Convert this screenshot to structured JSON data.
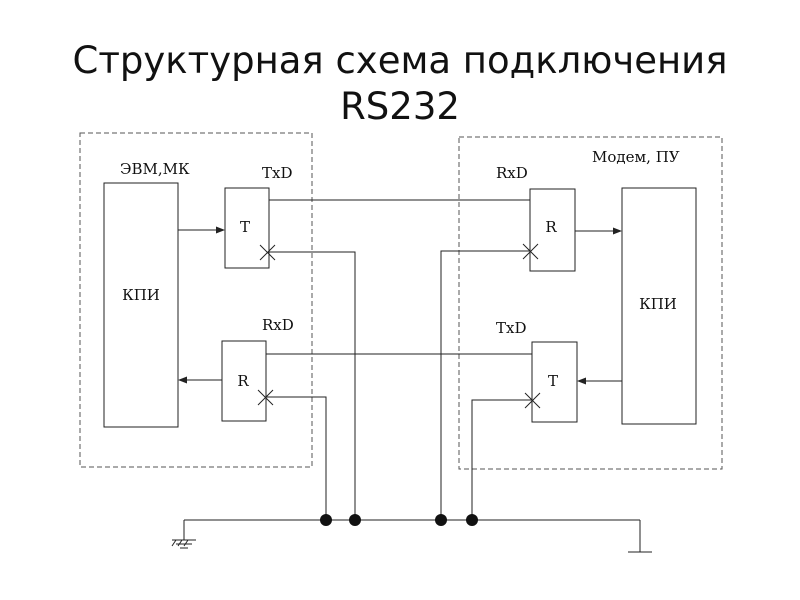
{
  "title_line1": "Структурная схема подключения",
  "title_line2": "RS232",
  "left_device": {
    "label": "ЭВМ,МК",
    "block": "КПИ",
    "tx_label": "TxD",
    "tx_block": "T",
    "rx_label": "RxD",
    "rx_block": "R"
  },
  "right_device": {
    "label": "Модем, ПУ",
    "block": "КПИ",
    "rx_label": "RxD",
    "rx_block": "R",
    "tx_label": "TxD",
    "tx_block": "T"
  }
}
